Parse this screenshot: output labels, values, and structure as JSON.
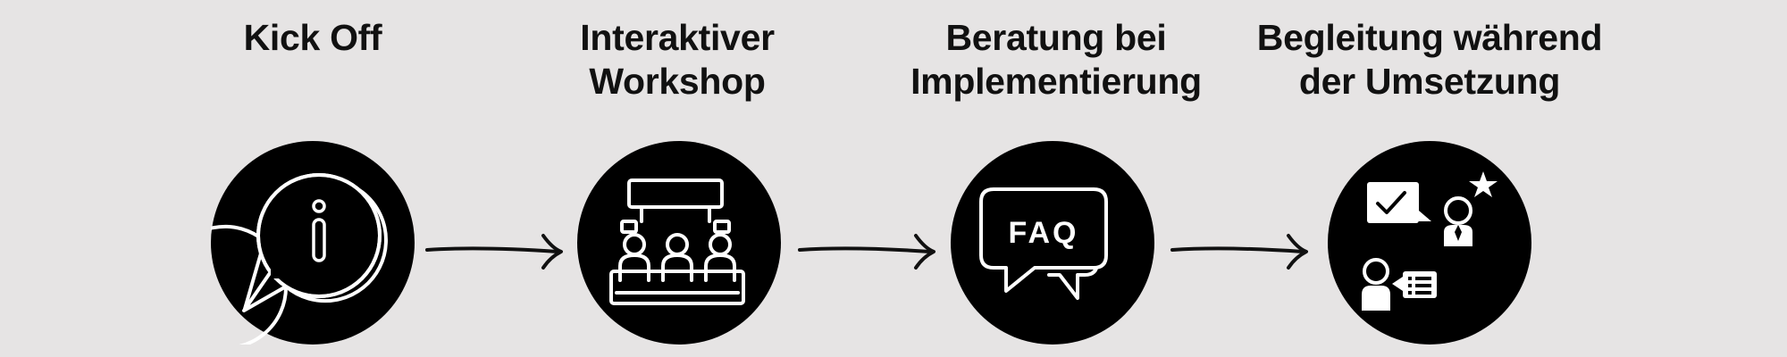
{
  "steps": [
    {
      "id": "kickoff",
      "title_lines": [
        "Kick Off"
      ],
      "icon": "info-speech-bubble-icon"
    },
    {
      "id": "workshop",
      "title_lines": [
        "Interaktiver",
        "Workshop"
      ],
      "icon": "workshop-audience-icon"
    },
    {
      "id": "consulting",
      "title_lines": [
        "Beratung bei",
        "Implementierung"
      ],
      "icon": "faq-bubbles-icon",
      "icon_text": "FAQ"
    },
    {
      "id": "support",
      "title_lines": [
        "Begleitung während",
        "der Umsetzung"
      ],
      "icon": "mentoring-people-icon"
    }
  ],
  "colors": {
    "background": "#e6e4e4",
    "circle": "#000000",
    "text": "#111111",
    "icon_stroke": "#ffffff",
    "arrow": "#111111"
  }
}
